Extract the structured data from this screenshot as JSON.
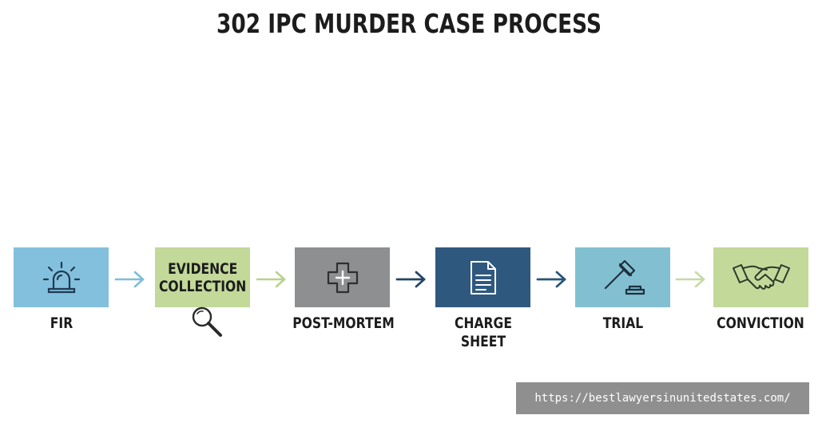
{
  "title": "302 IPC MURDER CASE PROCESS",
  "steps": [
    {
      "id": "fir",
      "label": "FIR",
      "box_color": "#82c0dd",
      "icon": "siren-icon"
    },
    {
      "id": "evidence",
      "box_text": "EVIDENCE\nCOLLECTION",
      "box_color": "#c2d99a",
      "icon": "magnifying-glass-icon"
    },
    {
      "id": "post-mortem",
      "label": "POST-MORTEM",
      "box_color": "#8e8f91",
      "icon": "medical-cross-icon"
    },
    {
      "id": "charge-sheet",
      "label": "CHARGE\nSHEET",
      "box_color": "#2f587f",
      "icon": "document-icon"
    },
    {
      "id": "trial",
      "label": "TRIAL",
      "box_color": "#82c0d1",
      "icon": "gavel-icon"
    },
    {
      "id": "conviction",
      "label": "CONVICTION",
      "box_color": "#c2d99a",
      "icon": "handshake-icon"
    }
  ],
  "arrow_colors": [
    "#7fbcd9",
    "#b9d28e",
    "#234566",
    "#2a5478",
    "#c7d9a6"
  ],
  "watermark_url": "https://bestlawyersinunitedstates.com/"
}
